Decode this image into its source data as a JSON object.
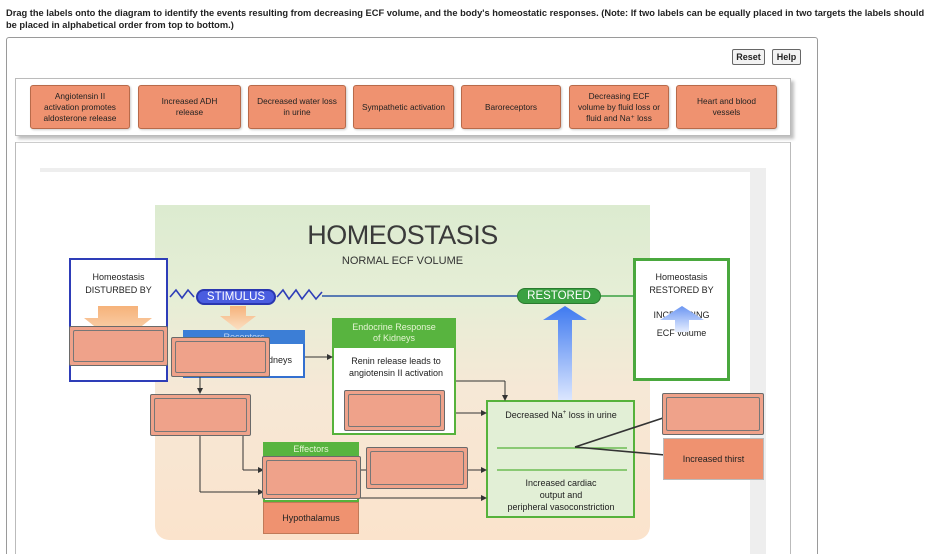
{
  "instructions": "Drag the labels onto the diagram to identify the events resulting from decreasing ECF volume, and the body's homeostatic responses. (Note: If two labels can be equally placed in two targets the labels should be placed in alphabetical order from top to bottom.)",
  "toolbar": {
    "reset_label": "Reset",
    "help_label": "Help"
  },
  "labels": [
    {
      "line1": "Angiotensin II",
      "line2": "activation promotes",
      "line3": "aldosterone release"
    },
    {
      "line1": "Increased ADH",
      "line2": "release"
    },
    {
      "line1": "Decreased water loss",
      "line2": "in urine"
    },
    {
      "line1": "Sympathetic activation"
    },
    {
      "line1": "Baroreceptors"
    },
    {
      "line1": "Decreasing ECF",
      "line2": "volume by fluid loss or",
      "line3": "fluid and Na⁺ loss"
    },
    {
      "line1": "Heart and blood",
      "line2": "vessels"
    }
  ],
  "diagram": {
    "title": "HOMEOSTASIS",
    "subtitle": "NORMAL ECF VOLUME",
    "disturbed": {
      "line1": "Homeostasis",
      "line2": "DISTURBED BY"
    },
    "restored": {
      "line1": "Homeostasis",
      "line2": "RESTORED BY",
      "line3": "INCREASING",
      "line4": "ECF volume"
    },
    "stimulus_label": "STIMULUS",
    "restored_label": "RESTORED",
    "receptors_header": "Receptors",
    "kidneys_label": "Kidneys",
    "endocrine_header_line1": "Endocrine Response",
    "endocrine_header_line2": "of Kidneys",
    "renin_line1": "Renin release leads to",
    "renin_line2": "angiotensin II activation",
    "effectors_header": "Effectors",
    "hypothalamus_label": "Hypothalamus",
    "decreased_na_prefix": "Decreased Na",
    "decreased_na_sup": "+",
    "decreased_na_suffix": " loss in urine",
    "increased_cardiac_line1": "Increased cardiac",
    "increased_cardiac_line2": "output and",
    "increased_cardiac_line3": "peripheral vasoconstriction",
    "increased_thirst_label": "Increased thirst"
  },
  "colors": {
    "label_chip": "#ef9270",
    "stimulus": "#4a5de0",
    "restored": "#3aa142",
    "receptors": "#3c7ed6",
    "effectors": "#58b43f"
  }
}
